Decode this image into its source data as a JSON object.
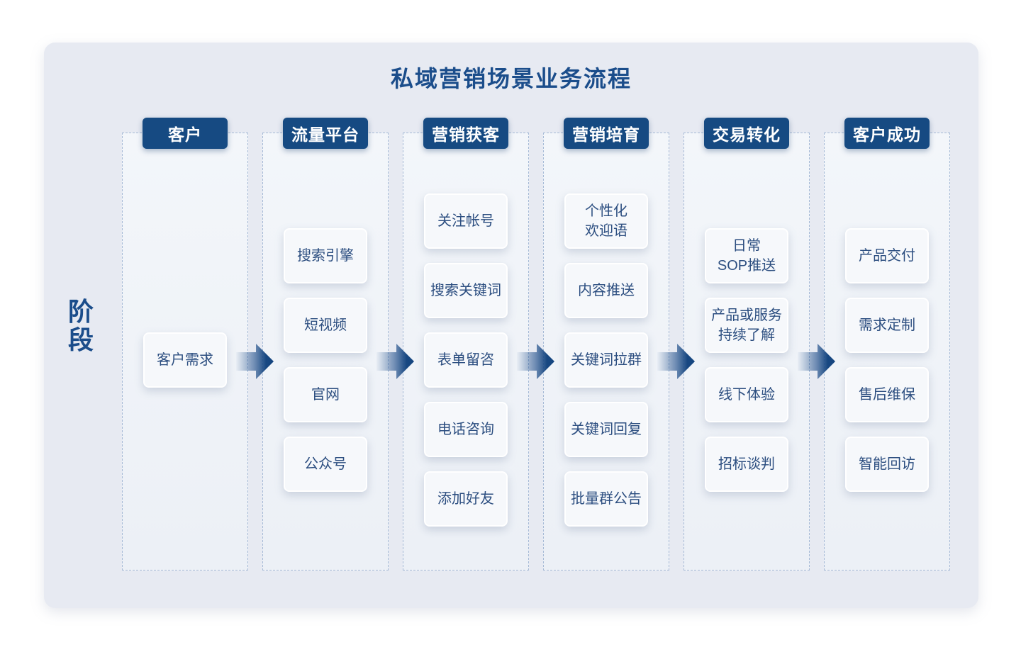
{
  "title": "私域营销场景业务流程",
  "stage_label": "阶段",
  "columns": [
    {
      "header": "客户",
      "items": [
        "客户需求"
      ]
    },
    {
      "header": "流量平台",
      "items": [
        "搜索引擎",
        "短视频",
        "官网",
        "公众号"
      ]
    },
    {
      "header": "营销获客",
      "items": [
        "关注帐号",
        "搜索关键词",
        "表单留咨",
        "电话咨询",
        "添加好友"
      ]
    },
    {
      "header": "营销培育",
      "items": [
        "个性化\n欢迎语",
        "内容推送",
        "关键词拉群",
        "关键词回复",
        "批量群公告"
      ]
    },
    {
      "header": "交易转化",
      "items": [
        "日常\nSOP推送",
        "产品或服务\n持续了解",
        "线下体验",
        "招标谈判"
      ]
    },
    {
      "header": "客户成功",
      "items": [
        "产品交付",
        "需求定制",
        "售后维保",
        "智能回访"
      ]
    }
  ],
  "icons": {
    "flow_arrow": "arrow-right"
  },
  "colors": {
    "panel_bg": "#E7EAF2",
    "header_blue": "#164A82",
    "title_blue": "#1B4D8B",
    "card_text_blue": "#2C4E80",
    "card_bg": "#F6F8FB",
    "dashed_border": "#A6BAD6",
    "arrow_blue": "#174781"
  }
}
